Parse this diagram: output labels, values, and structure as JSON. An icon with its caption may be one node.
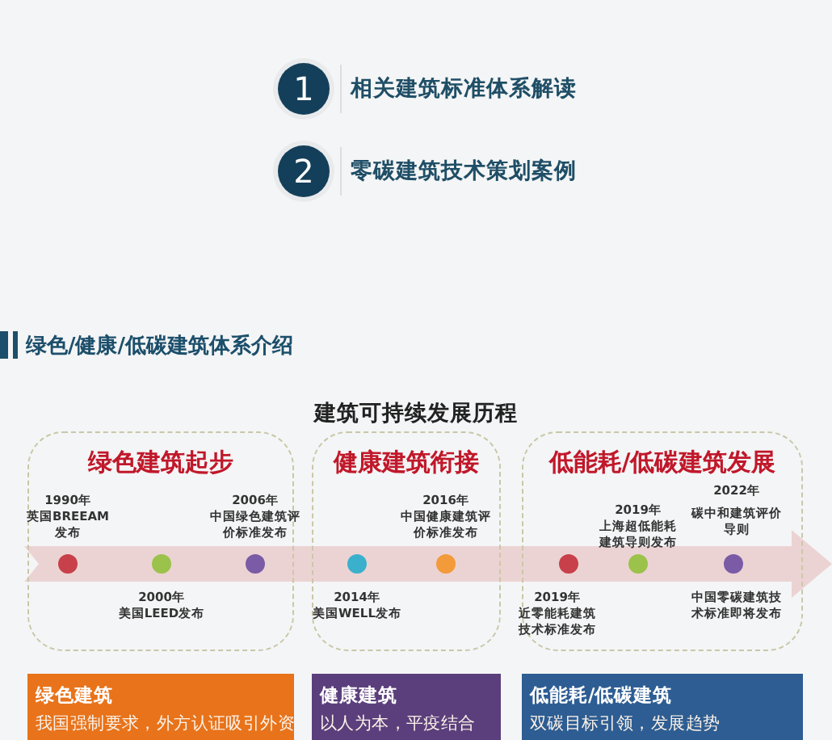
{
  "diagram": {
    "title": "建筑可持续发展历程",
    "nodes": [
      {
        "text": [
          "1"
        ],
        "beside": [
          "相关建筑标准体系解读"
        ]
      },
      {
        "text": [
          "2"
        ],
        "beside": [
          "零碳建筑技术策划案例"
        ]
      },
      {
        "text": [
          "绿色建筑起步"
        ]
      },
      {
        "text": [
          "健康建筑衔接"
        ]
      },
      {
        "text": [
          "低能耗/低碳建筑发展"
        ]
      },
      {
        "text": [
          "绿色建筑",
          "我国强制要求，外方认证吸引外资"
        ]
      },
      {
        "text": [
          "健康建筑",
          "以人为本，平疫结合"
        ]
      },
      {
        "text": [
          "低能耗/低碳建筑",
          "双碳目标引领，发展趋势"
        ]
      }
    ],
    "labels": [
      "绿色/健康/低碳建筑体系介绍",
      "1990年",
      "英国BREEAM发布",
      "2000年",
      "美国LEED发布",
      "2006年",
      "中国绿色建筑评价标准发布",
      "2014年",
      "美国WELL发布",
      "2016年",
      "中国健康建筑评价标准发布",
      "2019年",
      "近零能耗建筑技术标准发布",
      "2019年",
      "上海超低能耗建筑导则发布",
      "2022年",
      "碳中和建筑评价导则",
      "中国零碳建筑技术标准即将发布"
    ]
  }
}
